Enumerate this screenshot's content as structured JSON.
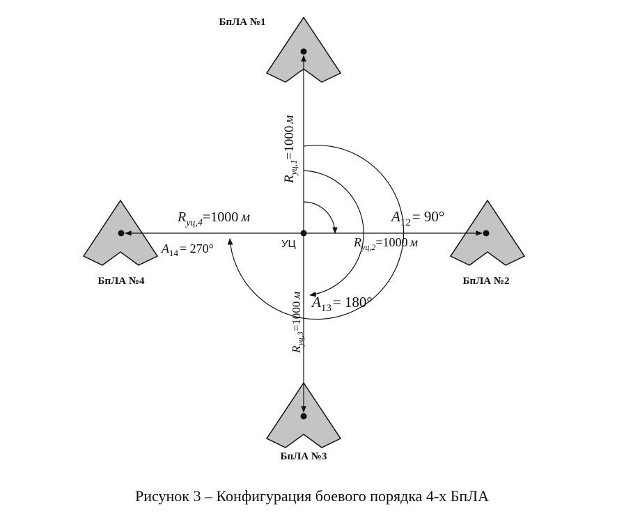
{
  "uavs": [
    {
      "label": "БпЛА №1"
    },
    {
      "label": "БпЛА №2"
    },
    {
      "label": "БпЛА №3"
    },
    {
      "label": "БпЛА №4"
    }
  ],
  "center_label": "УЦ",
  "radii": {
    "r1": {
      "symbol": "R",
      "subscript": "уц,1",
      "value": "=1000",
      "unit": "м"
    },
    "r2": {
      "symbol": "R",
      "subscript": "уц,2",
      "value": "=1000",
      "unit": "м"
    },
    "r3": {
      "symbol": "R",
      "subscript": "уц,3",
      "value": "=1000",
      "unit": "м"
    },
    "r4": {
      "symbol": "R",
      "subscript": "уц,4",
      "value": "=1000",
      "unit": "м"
    }
  },
  "angles": {
    "a12": {
      "symbol": "A",
      "subscript": "12",
      "value": "= 90°"
    },
    "a13": {
      "symbol": "A",
      "subscript": "13",
      "value": "= 180°"
    },
    "a14": {
      "symbol": "A",
      "subscript": "14",
      "value": "= 270°"
    }
  },
  "caption": "Рисунок 3 – Конфигурация боевого порядка 4-х БпЛА",
  "colors": {
    "uav_fill": "#c4c4c4",
    "stroke": "#111111"
  }
}
